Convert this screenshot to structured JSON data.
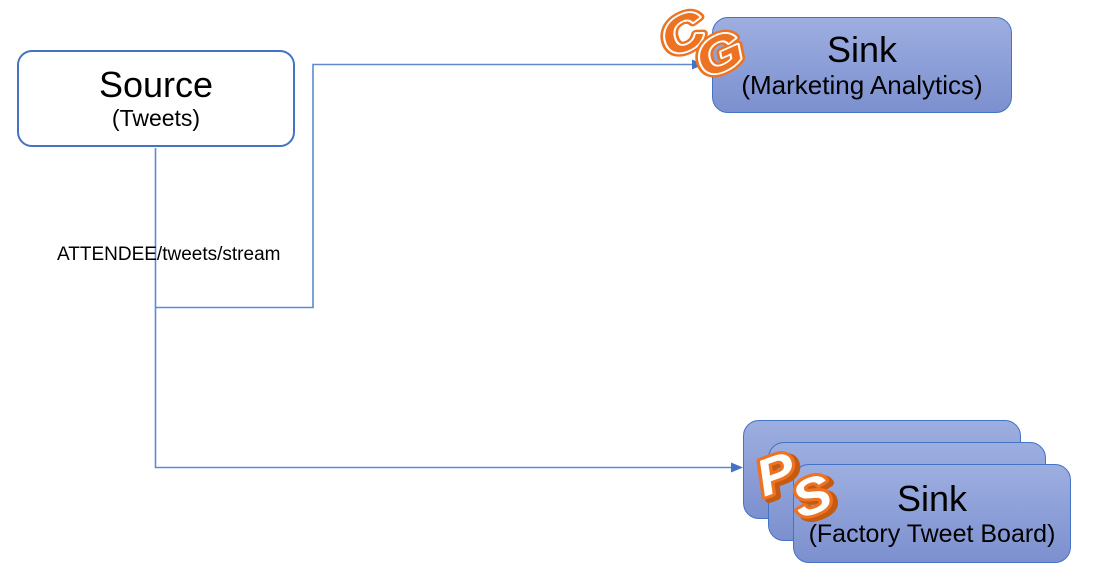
{
  "diagram": {
    "source": {
      "title": "Source",
      "subtitle": "(Tweets)"
    },
    "edge_label": "ATTENDEE/tweets/stream",
    "sink_marketing": {
      "title": "Sink",
      "subtitle": "(Marketing Analytics)",
      "logo_letters": [
        "C",
        "G"
      ]
    },
    "sink_factory": {
      "title": "Sink",
      "subtitle": "(Factory Tweet Board)",
      "logo_letters": [
        "P",
        "S"
      ],
      "stack_count": 3
    }
  },
  "colors": {
    "background": "#FFFFFF",
    "accent_blue": "#4472C4",
    "connector_blue": "#6189D2",
    "sink_fill_top": "#9DAEE0",
    "sink_fill_bottom": "#7C90CF",
    "source_fill": "#FFFFFF",
    "logo_orange": "#ED7221",
    "logo_shadow": "#C55A11",
    "text_color": "#000000"
  }
}
